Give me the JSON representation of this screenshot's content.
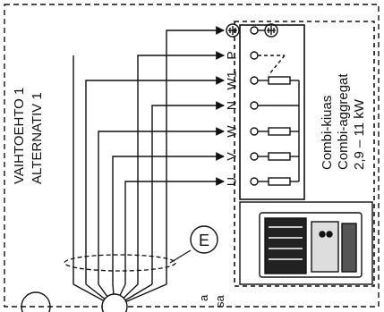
{
  "alternative_label": {
    "line1": "VAIHTOEHTO 1",
    "line2": "ALTERNATIV 1"
  },
  "terminals": [
    "U",
    "V",
    "W",
    "N",
    "W1",
    "P"
  ],
  "earth_marker": "E",
  "unit_label": {
    "line1": "Combi-kiuas",
    "line2": "Combi-aggregat",
    "line3": "2,9 – 11 kW"
  },
  "cut_text_fragment": "a\nsa",
  "colors": {
    "ink": "#111111",
    "background": "#ffffff"
  }
}
